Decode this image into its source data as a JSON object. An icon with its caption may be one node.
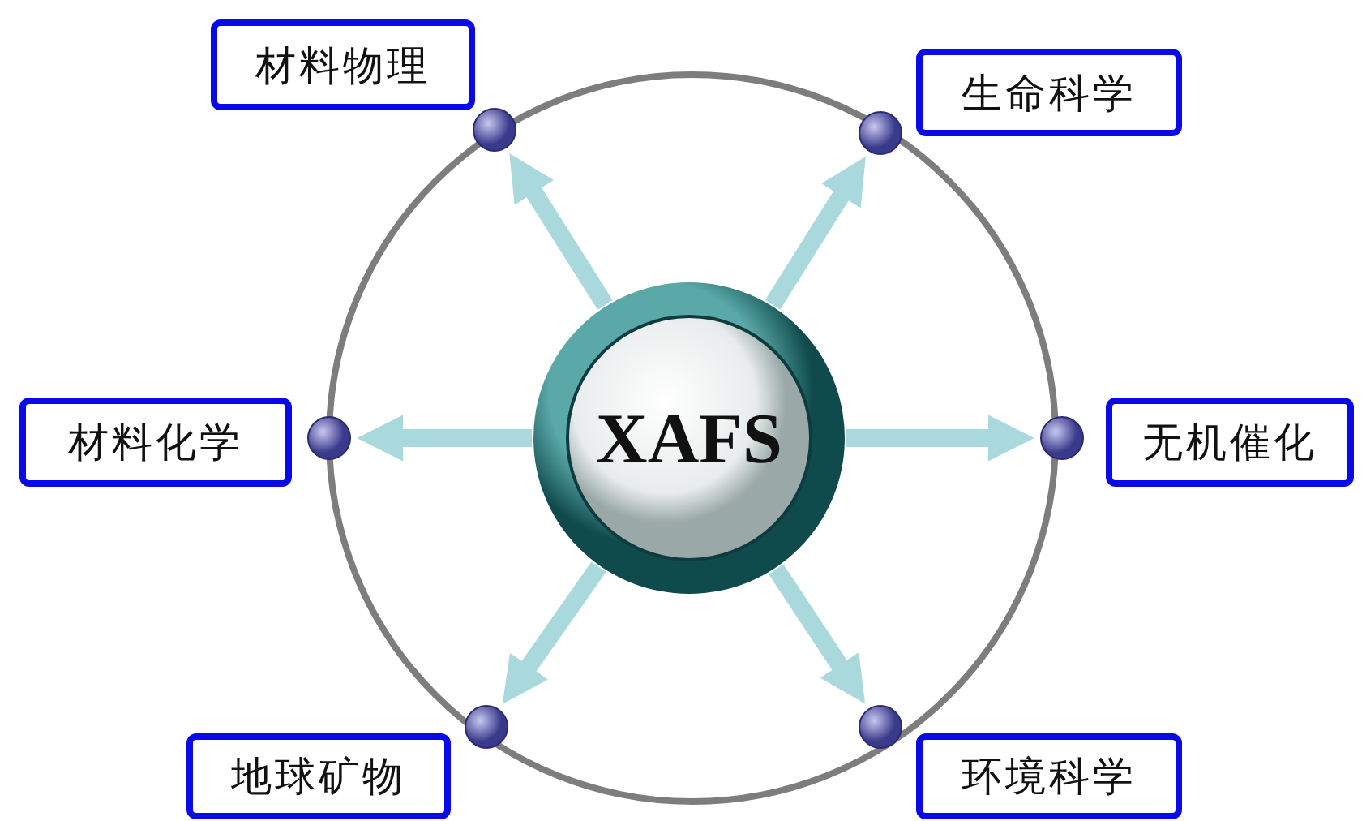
{
  "diagram": {
    "nodes": [
      {
        "text": [
          "XAFS"
        ]
      },
      {
        "text": [
          "材料物理"
        ]
      },
      {
        "text": [
          "生命科学"
        ]
      },
      {
        "text": [
          "材料化学"
        ]
      },
      {
        "text": [
          "无机催化"
        ]
      },
      {
        "text": [
          "地球矿物"
        ]
      },
      {
        "text": [
          "环境科学"
        ]
      },
      {
        "text": [],
        "shape": "circle"
      },
      {
        "text": [],
        "shape": "circle"
      },
      {
        "text": [],
        "shape": "circle"
      },
      {
        "text": [],
        "shape": "circle"
      },
      {
        "text": [],
        "shape": "circle"
      },
      {
        "text": [],
        "shape": "circle"
      }
    ],
    "edges": [
      {
        "from": 0,
        "to": 7,
        "arrow": "to"
      },
      {
        "from": 0,
        "to": 8,
        "arrow": "to"
      },
      {
        "from": 0,
        "to": 9,
        "arrow": "to"
      },
      {
        "from": 0,
        "to": 10,
        "arrow": "to"
      },
      {
        "from": 0,
        "to": 11,
        "arrow": "to"
      },
      {
        "from": 0,
        "to": 12,
        "arrow": "to"
      }
    ]
  }
}
